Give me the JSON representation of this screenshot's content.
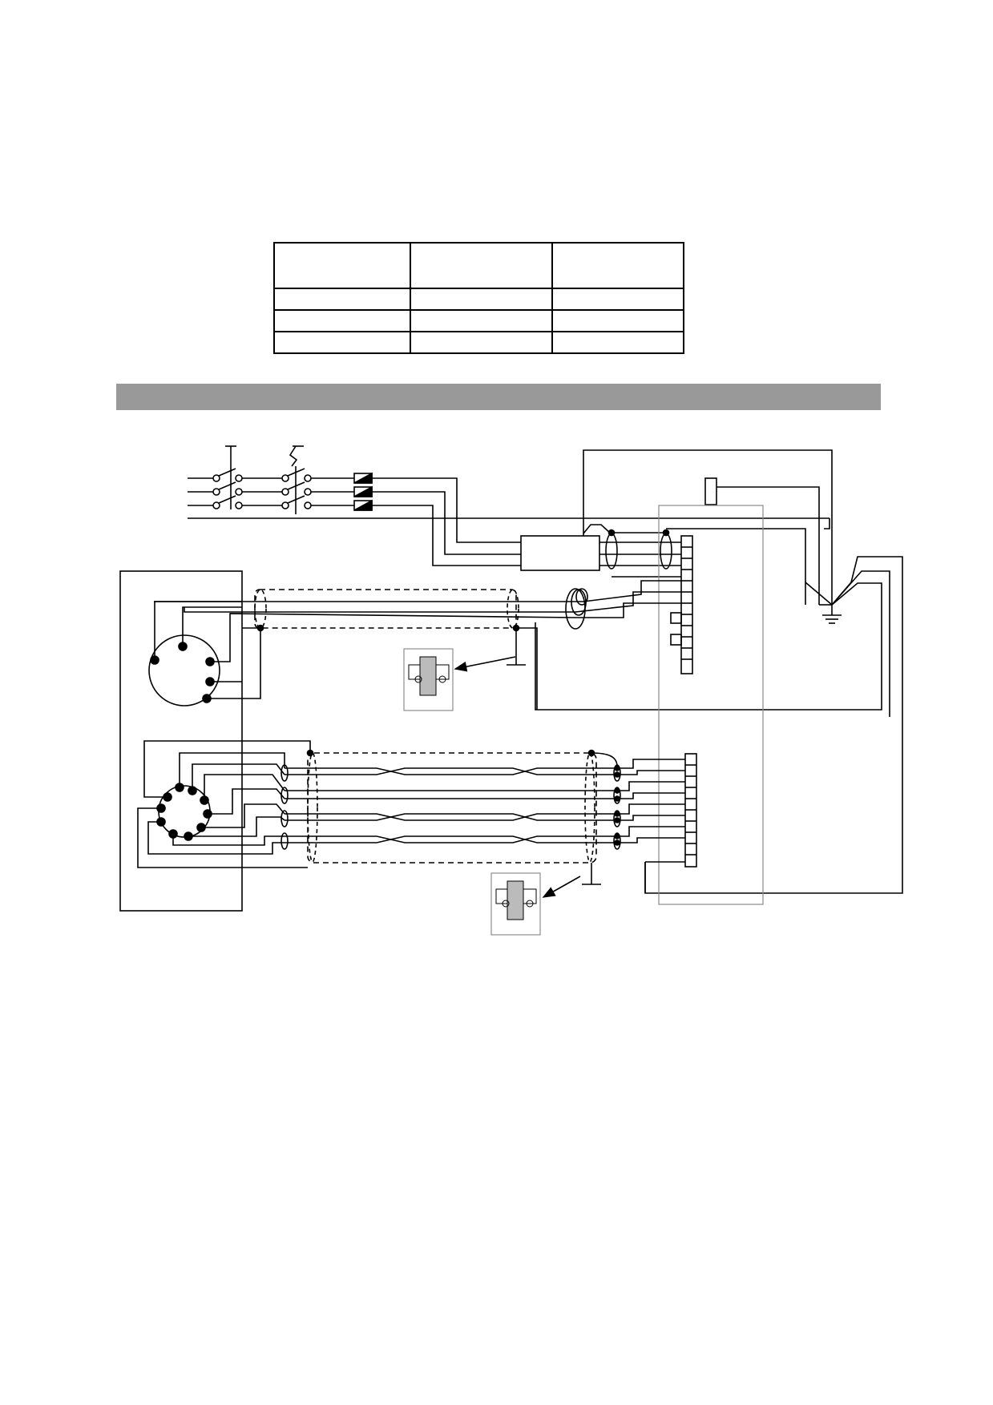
{
  "table": {
    "columns": 3,
    "rows": 4,
    "cells": [
      [
        "",
        "",
        ""
      ],
      [
        "",
        "",
        ""
      ],
      [
        "",
        "",
        ""
      ],
      [
        "",
        "",
        ""
      ]
    ]
  },
  "section_bar": {
    "color": "#999999",
    "text": ""
  },
  "diagram": {
    "components": [
      "main-switch",
      "thermal-relay",
      "fuses",
      "filter",
      "terminal-block-power",
      "terminal-block-signal",
      "ferrite-core",
      "motor-connector",
      "encoder-connector",
      "relay",
      "ground-star",
      "shield-clamp-detail"
    ]
  }
}
